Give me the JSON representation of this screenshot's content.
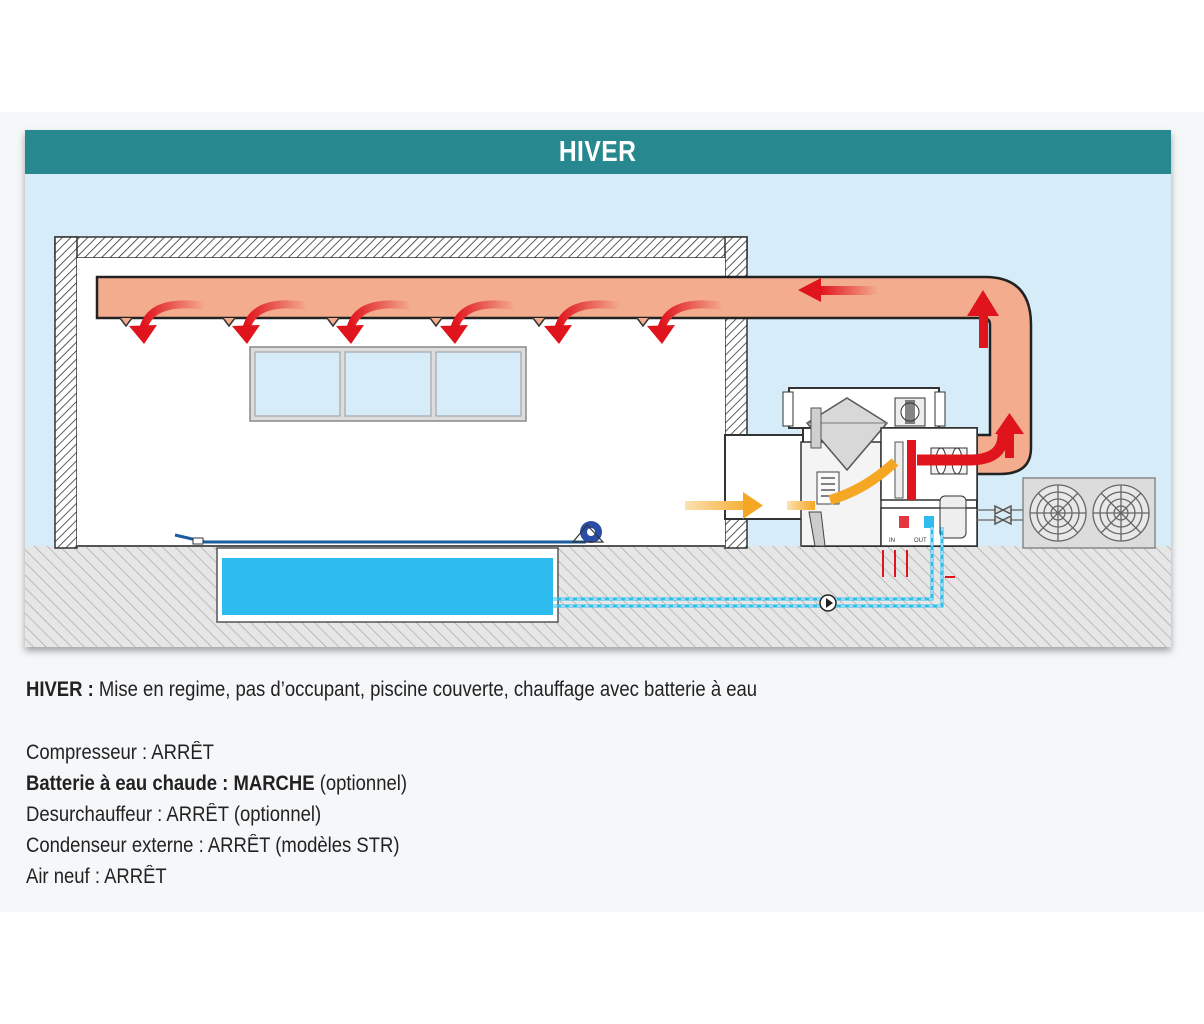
{
  "title": "HIVER",
  "caption": {
    "intro_bold": "HIVER :",
    "intro_text": " Mise en regime, pas d’occupant, piscine couverte, chauffage avec batterie à eau"
  },
  "status_lines": [
    {
      "bold": "",
      "text": "Compresseur : ARRÊT"
    },
    {
      "bold": "Batterie à eau chaude : MARCHE",
      "text": " (optionnel)"
    },
    {
      "bold": "",
      "text": "Desurchauffeur : ARRÊT (optionnel)"
    },
    {
      "bold": "",
      "text": "Condenseur externe : ARRÊT (modèles STR)"
    },
    {
      "bold": "",
      "text": "Air neuf : ARRÊT"
    }
  ],
  "unit_labels": {
    "in": "IN",
    "out": "OUT"
  },
  "colors": {
    "header": "#27898f",
    "sky": "#d6ecf8",
    "duct": "#f3ac8e",
    "hot_arrow": "#e0141d",
    "warm_arrow": "#f5a623",
    "pool_water": "#2ebcee",
    "water_pipe": "#2ebcee"
  },
  "icons": [
    "supply-air-arrow-icon",
    "fan-icon",
    "pump-icon",
    "compressor-icon",
    "valve-icon"
  ]
}
